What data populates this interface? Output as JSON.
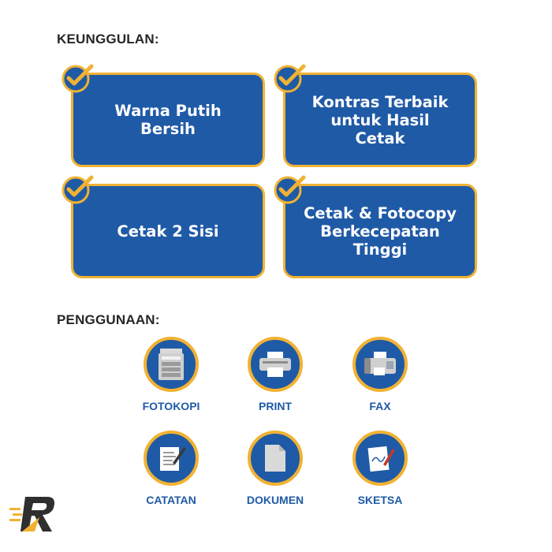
{
  "advantages": {
    "title": "KEUNGGULAN:",
    "items": [
      {
        "label": "Warna Putih\nBersih"
      },
      {
        "label": "Kontras Terbaik\nuntuk Hasil\nCetak"
      },
      {
        "label": "Cetak 2 Sisi"
      },
      {
        "label": "Cetak & Fotocopy\nBerkecepatan\nTinggi"
      }
    ]
  },
  "usage": {
    "title": "PENGGUNAAN:",
    "items": [
      {
        "label": "FOTOKOPI",
        "icon": "photocopier-icon"
      },
      {
        "label": "PRINT",
        "icon": "printer-icon"
      },
      {
        "label": "FAX",
        "icon": "fax-icon"
      },
      {
        "label": "CATATAN",
        "icon": "notes-icon"
      },
      {
        "label": "DOKUMEN",
        "icon": "document-icon"
      },
      {
        "label": "SKETSA",
        "icon": "sketch-icon"
      }
    ]
  },
  "colors": {
    "card_blue": "#1f5aa6",
    "accent_gold": "#f1b233",
    "text_dark": "#262626"
  },
  "logo": {
    "icon": "brand-logo-icon"
  }
}
